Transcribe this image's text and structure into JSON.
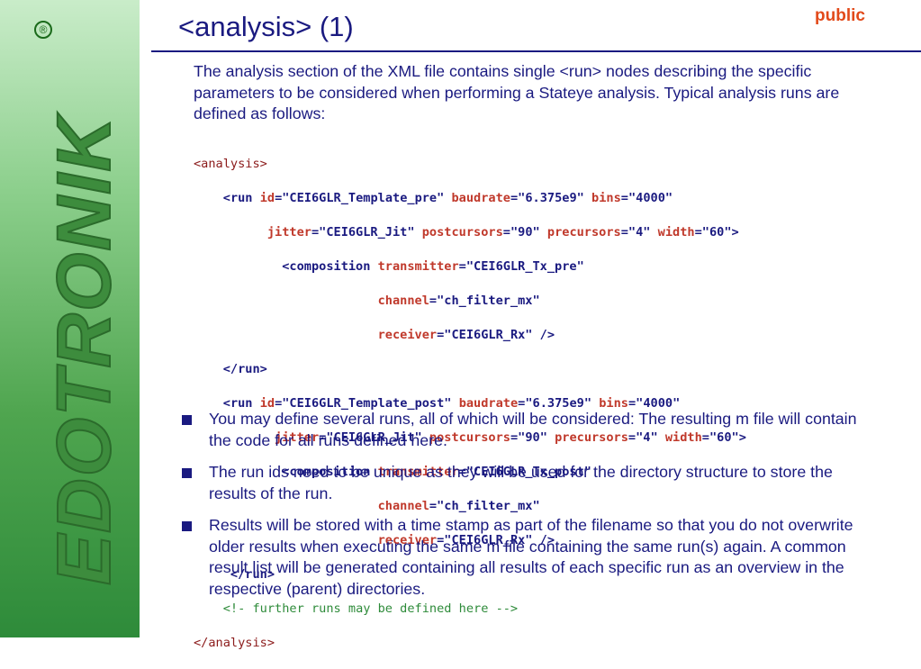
{
  "header": {
    "title": "<analysis> (1)",
    "classification": "public"
  },
  "logo": {
    "wordmark": "EDOTRONIK",
    "registered": "®",
    "brand_color": "#3d8c3d"
  },
  "intro": "The analysis section of the XML file contains single <run> nodes describing the specific parameters to be considered when performing a Stateye analysis. Typical analysis runs are defined as follows:",
  "code": {
    "open_analysis": "<analysis>",
    "run1": {
      "lt": "<",
      "tag": "run",
      "id_attr": "id",
      "id_val": "\"CEI6GLR_Template_pre\"",
      "baud_attr": "baudrate",
      "baud_val": "\"6.375e9\"",
      "bins_attr": "bins",
      "bins_val": "\"4000\"",
      "jitter_attr": "jitter",
      "jitter_val": "\"CEI6GLR_Jit\"",
      "post_attr": "postcursors",
      "post_val": "\"90\"",
      "pre_attr": "precursors",
      "pre_val": "\"4\"",
      "width_attr": "width",
      "width_val": "\"60\">",
      "comp_tag": "<composition",
      "tx_attr": "transmitter",
      "tx_val": "\"CEI6GLR_Tx_pre\"",
      "ch_attr": "channel",
      "ch_val": "\"ch_filter_mx\"",
      "rx_attr": "receiver",
      "rx_val": "\"CEI6GLR_Rx\" />",
      "close": "</run>"
    },
    "run2": {
      "lt": "<",
      "tag": "run",
      "id_attr": "id",
      "id_val": "\"CEI6GLR_Template_post\"",
      "baud_attr": "baudrate",
      "baud_val": "\"6.375e9\"",
      "bins_attr": "bins",
      "bins_val": "\"4000\"",
      "jitter_attr": "jitter",
      "jitter_val": "\"CEI6GLR_Jit\"",
      "post_attr": "postcursors",
      "post_val": "\"90\"",
      "pre_attr": "precursors",
      "pre_val": "\"4\"",
      "width_attr": "width",
      "width_val": "\"60\">",
      "comp_tag": "<composition",
      "tx_attr": "transmitter",
      "tx_val": "\"CEI6GLR_Tx_post\"",
      "ch_attr": "channel",
      "ch_val": "\"ch_filter_mx\"",
      "rx_attr": "receiver",
      "rx_val": "\"CEI6GLR_Rx\" />",
      "close": "</run>"
    },
    "comment": "<!- further runs may be defined here -->",
    "close_analysis": "</analysis>"
  },
  "bullets": [
    "You may define several runs, all of which will be considered: The resulting m file will contain the code for all runs defined here.",
    "The run ids need to be unique as they will be used for the directory structure to store the results of the run.",
    "Results will be stored with a time stamp as part of the filename so that you do not overwrite older results when executing the same m file containing the same run(s) again. A common result list will be generated containing all results of each specific run as an overview in the respective (parent) directories."
  ]
}
